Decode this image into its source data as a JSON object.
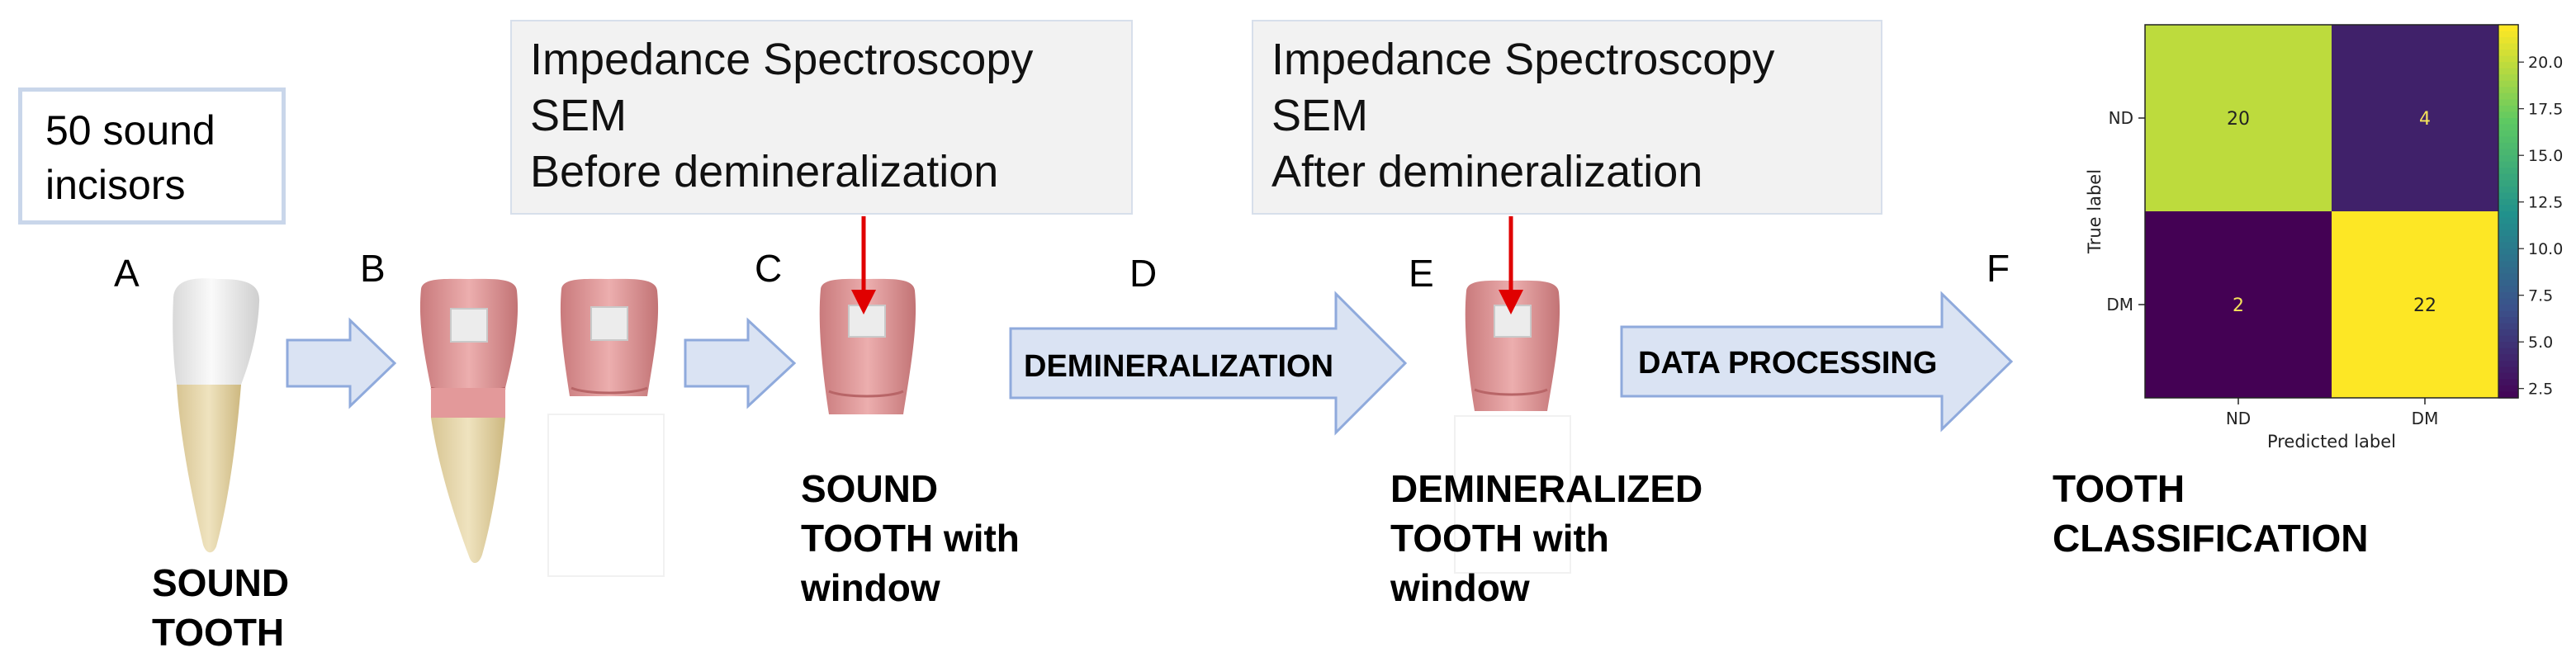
{
  "figure": {
    "incisors_box": {
      "line1": "50 sound",
      "line2": "incisors"
    },
    "before_box": {
      "line1": "Impedance Spectroscopy",
      "line2": "SEM",
      "line3": "Before demineralization"
    },
    "after_box": {
      "line1": "Impedance Spectroscopy",
      "line2": "SEM",
      "line3": "After demineralization"
    },
    "panel_letters": {
      "a": "A",
      "b": "B",
      "c": "C",
      "d": "D",
      "e": "E",
      "f": "F"
    },
    "arrow_labels": {
      "demineralization": "DEMINERALIZATION",
      "data_processing": "DATA PROCESSING"
    },
    "captions": {
      "sound_tooth": {
        "line1": "SOUND",
        "line2": "TOOTH"
      },
      "sound_window": {
        "line1": "SOUND",
        "line2": "TOOTH with",
        "line3": "window"
      },
      "demineralized_window": {
        "line1": "DEMINERALIZED",
        "line2": "TOOTH with",
        "line3": "window"
      },
      "classification": {
        "line1": "TOOTH",
        "line2": "CLASSIFICATION"
      }
    },
    "colors": {
      "arrow_fill": "#dae3f3",
      "arrow_stroke": "#8faadc",
      "red_arrow": "#e00000",
      "crown_pink": "#e3999a",
      "root_beige": "#e4d3a8",
      "enamel_white": "#f2f2f2"
    }
  },
  "chart_data": {
    "type": "heatmap",
    "title": "",
    "xlabel": "Predicted label",
    "ylabel": "True label",
    "x_categories": [
      "ND",
      "DM"
    ],
    "y_categories": [
      "ND",
      "DM"
    ],
    "values": [
      [
        20,
        4
      ],
      [
        2,
        22
      ]
    ],
    "colorbar": {
      "min": 2,
      "max": 22,
      "ticks": [
        "2.5",
        "5.0",
        "7.5",
        "10.0",
        "12.5",
        "15.0",
        "17.5",
        "20.0"
      ]
    },
    "colormap": "viridis"
  }
}
